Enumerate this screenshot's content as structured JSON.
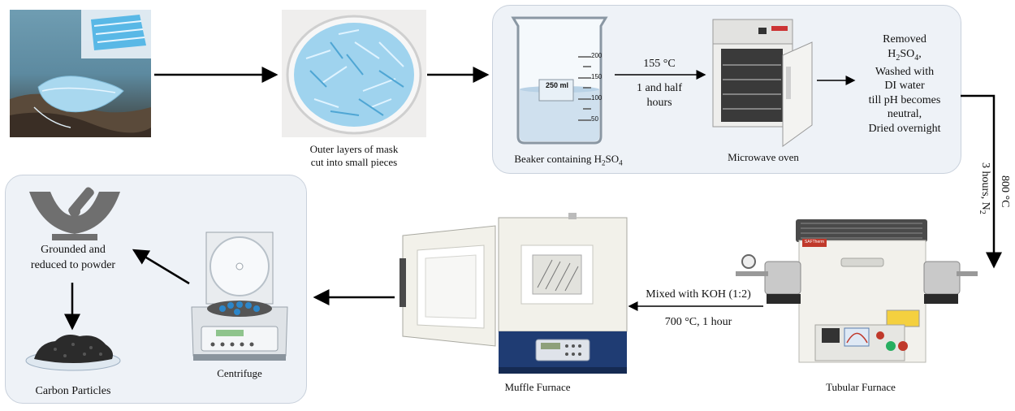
{
  "labels": {
    "mask_cut_line1": "Outer layers of mask",
    "mask_cut_line2": "cut into small pieces",
    "beaker": "Beaker containing H",
    "beaker_sub": "2",
    "beaker_tail": "SO",
    "beaker_sub2": "4",
    "beaker_volume": "250 ml",
    "beaker_ticks": [
      "200",
      "150",
      "100",
      "50"
    ],
    "microwave": "Microwave oven",
    "tubular": "Tubular  Furnace",
    "muffle": "Muffle  Furnace",
    "centrifuge": "Centrifuge",
    "ground_line1": "Grounded and",
    "ground_line2": "reduced to powder",
    "carbon": "Carbon Particles",
    "brand": "SAFTherm"
  },
  "conditions": {
    "microwave_temp": "155 °C",
    "microwave_time_line1": "1 and half",
    "microwave_time_line2": "hours",
    "wash_line1": "Removed",
    "wash_line2_a": "H",
    "wash_line2_sub1": "2",
    "wash_line2_b": "SO",
    "wash_line2_sub2": "4",
    "wash_line2_c": ",",
    "wash_line3": "Washed with",
    "wash_line4": "DI water",
    "wash_line5": "till  pH becomes",
    "wash_line6": "neutral,",
    "wash_line7": "Dried overnight",
    "furnace_temp": "800 °C",
    "furnace_time": "3 hours, N",
    "furnace_sub": "2",
    "koh_mix": "Mixed with  KOH (1:2)",
    "koh_cond": "700 °C, 1 hour"
  },
  "colors": {
    "panel_bg": "#eef2f7",
    "arrow": "#000000",
    "mask_blue": "#8ec9e8",
    "furnace_body": "#f2f1ec",
    "furnace_blue": "#1f3c73",
    "grinder": "#6f6f6f",
    "carbon": "#2b2b2b"
  }
}
